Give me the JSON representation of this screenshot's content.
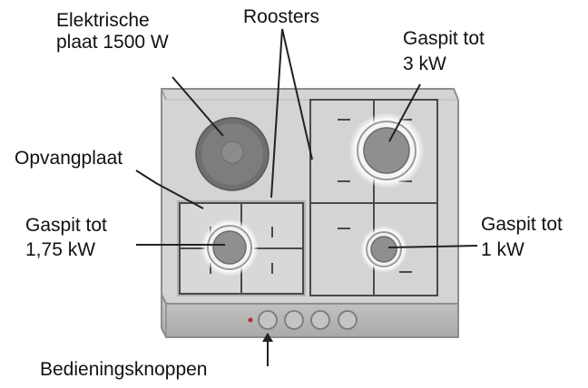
{
  "labels": {
    "electric_plate_line1": "Elektrische",
    "electric_plate_line2": "plaat 1500 W",
    "grates": "Roosters",
    "burner_3kw_line1": "Gaspit tot",
    "burner_3kw_line2": "3 kW",
    "drip_tray": "Opvangplaat",
    "burner_175kw_line1": "Gaspit tot",
    "burner_175kw_line2": "1,75 kW",
    "burner_1kw_line1": "Gaspit tot",
    "burner_1kw_line2": "1 kW",
    "control_knobs": "Bedieningsknoppen"
  },
  "colors": {
    "hob_body": "#d4d4d4",
    "hob_edge": "#9a9a9a",
    "front_panel": "#b9b9b9",
    "burner": "#8f8f8f",
    "plate": "#7a7a7a",
    "leader_line": "#222222"
  }
}
